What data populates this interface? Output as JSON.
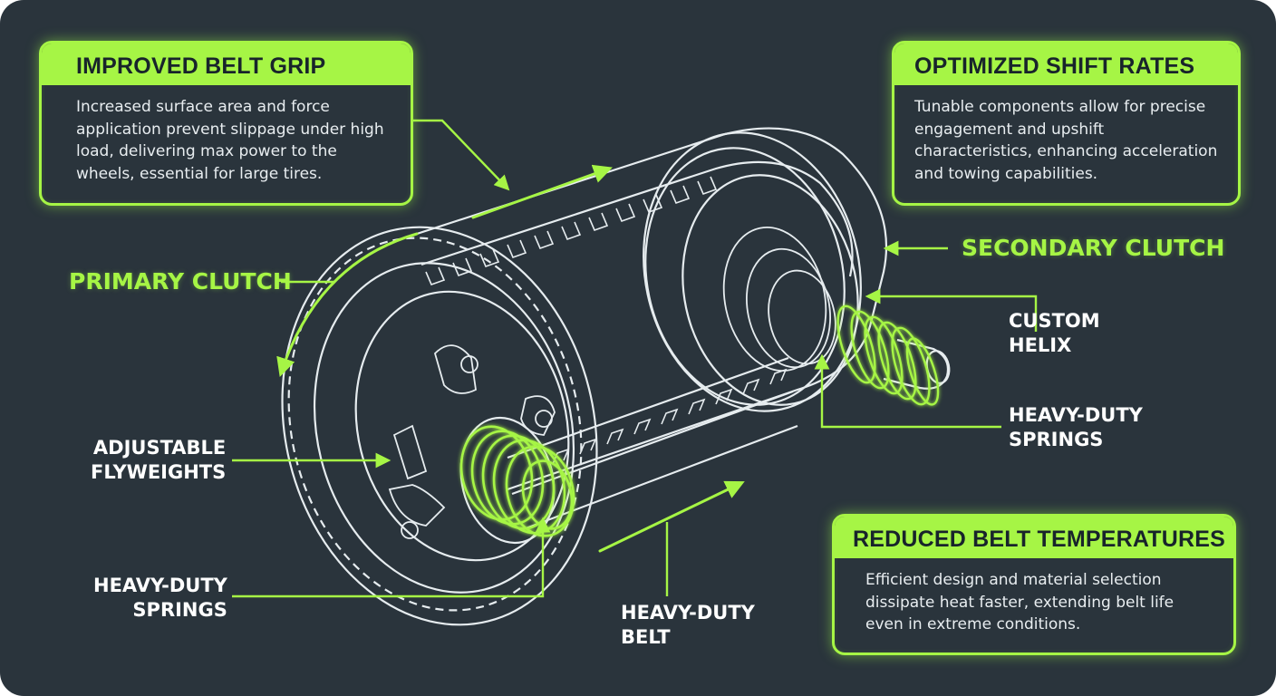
{
  "cards": {
    "belt_grip": {
      "title": "IMPROVED BELT GRIP",
      "body": "Increased surface area and force application prevent slippage under high load, delivering max power to the wheels, essential for large tires."
    },
    "shift_rates": {
      "title": "OPTIMIZED SHIFT RATES",
      "body": "Tunable components allow for precise engagement and upshift characteristics, enhancing acceleration and towing capabilities."
    },
    "belt_temps": {
      "title": "REDUCED BELT TEMPERATURES",
      "body": "Efficient design and material selection dissipate heat faster, extending belt life even in extreme conditions."
    }
  },
  "labels": {
    "primary_clutch": "PRIMARY CLUTCH",
    "secondary_clutch": "SECONDARY CLUTCH",
    "custom_helix": "CUSTOM\nHELIX",
    "secondary_springs": "HEAVY-DUTY\nSPRINGS",
    "flyweights": "ADJUSTABLE\nFLYWEIGHTS",
    "primary_springs": "HEAVY-DUTY\nSPRINGS",
    "belt": "HEAVY-DUTY\nBELT"
  },
  "colors": {
    "background": "#2a343c",
    "accent": "#a6f545",
    "linework": "#e6ecef",
    "text": "#ffffff"
  }
}
